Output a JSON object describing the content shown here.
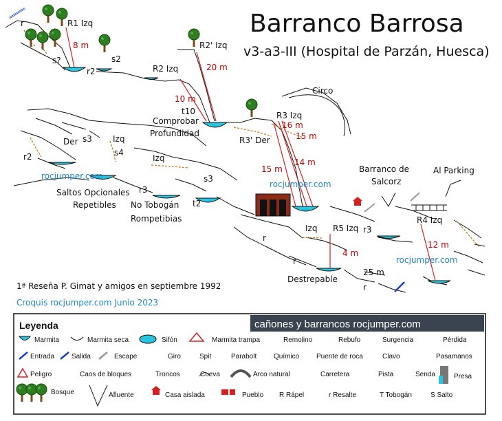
{
  "title": "Barranco Barrosa",
  "subtitle": "v3-a3-III (Hospital de Parzán, Huesca)",
  "credit_line": "1ª Reseña P. Gimat y amigos en septiembre 1992",
  "croquis_line": "Croquis rocjumper.com Junio 2023",
  "watermark": "rocjumper.com",
  "labels": {
    "r_top": "r",
    "r1": "R1 Izq",
    "m8": "8 m",
    "s_q": "s?",
    "s2": "s2",
    "r2_a": "r2",
    "r2prime": "R2' Izq",
    "m20": "20 m",
    "r2_izq": "R2 Izq",
    "m10": "10 m",
    "t10": "t10",
    "comprobar": "Comprobar",
    "profundidad": "Profundidad",
    "circo": "Circo",
    "r3": "R3 Izq",
    "m16": "16 m",
    "r3prime": "R3' Der",
    "m15a": "15 m",
    "m15b": "15 m",
    "m14": "14 m",
    "der": "Der",
    "s3a": "s3",
    "izq_a": "Izq",
    "s4": "s4",
    "r2_b": "r2",
    "izq_b": "Izq",
    "s3b": "s3",
    "saltos1": "Saltos Opcionales",
    "saltos2": "Repetibles",
    "r3_small": "r3",
    "no_tobogan": "No Tobogán",
    "rompetibias": "Rompetibias",
    "t2": "t2",
    "barranco_de": "Barranco de",
    "salcorz": "Salcorz",
    "al_parking": "Al Parking",
    "izq_c": "Izq",
    "r5": "R5 Izq",
    "r3_c": "r3",
    "r4": "R4 Izq",
    "r_mid": "r",
    "r_low": "r",
    "m4": "4 m",
    "m12": "12 m",
    "destrepable": "Destrepable",
    "m25": "25 m",
    "r_bot": "r"
  },
  "legend": {
    "title": "Leyenda",
    "banner": "cañones y barrancos   rocjumper.com",
    "items": [
      "Marmita",
      "Marmita seca",
      "Sifón",
      "Marmita trampa",
      "Remolino",
      "Rebufo",
      "Surgencia",
      "Pérdida",
      "Entrada",
      "Salida",
      "Escape",
      "Giro",
      "Spit",
      "Parabolt",
      "Químico",
      "Puente de roca",
      "Clavo",
      "Pasamanos",
      "Peligro",
      "Caos de bloques",
      "Troncos",
      "Cueva",
      "Arco natural",
      "Carretera",
      "Pista",
      "Senda",
      "Presa",
      "Bosque",
      "Afluente",
      "Casa aislada",
      "Pueblo",
      "R Rápel",
      "r Resalte",
      "T Tobogán",
      "S Salto"
    ]
  },
  "colors": {
    "water": "#29c4e0",
    "rope": "#d42020",
    "tree": "#2e7d1e",
    "trunk": "#7a4a1a",
    "text_red": "#c00000",
    "text_blue": "#1e88c8",
    "banner_bg": "#3a4450"
  }
}
